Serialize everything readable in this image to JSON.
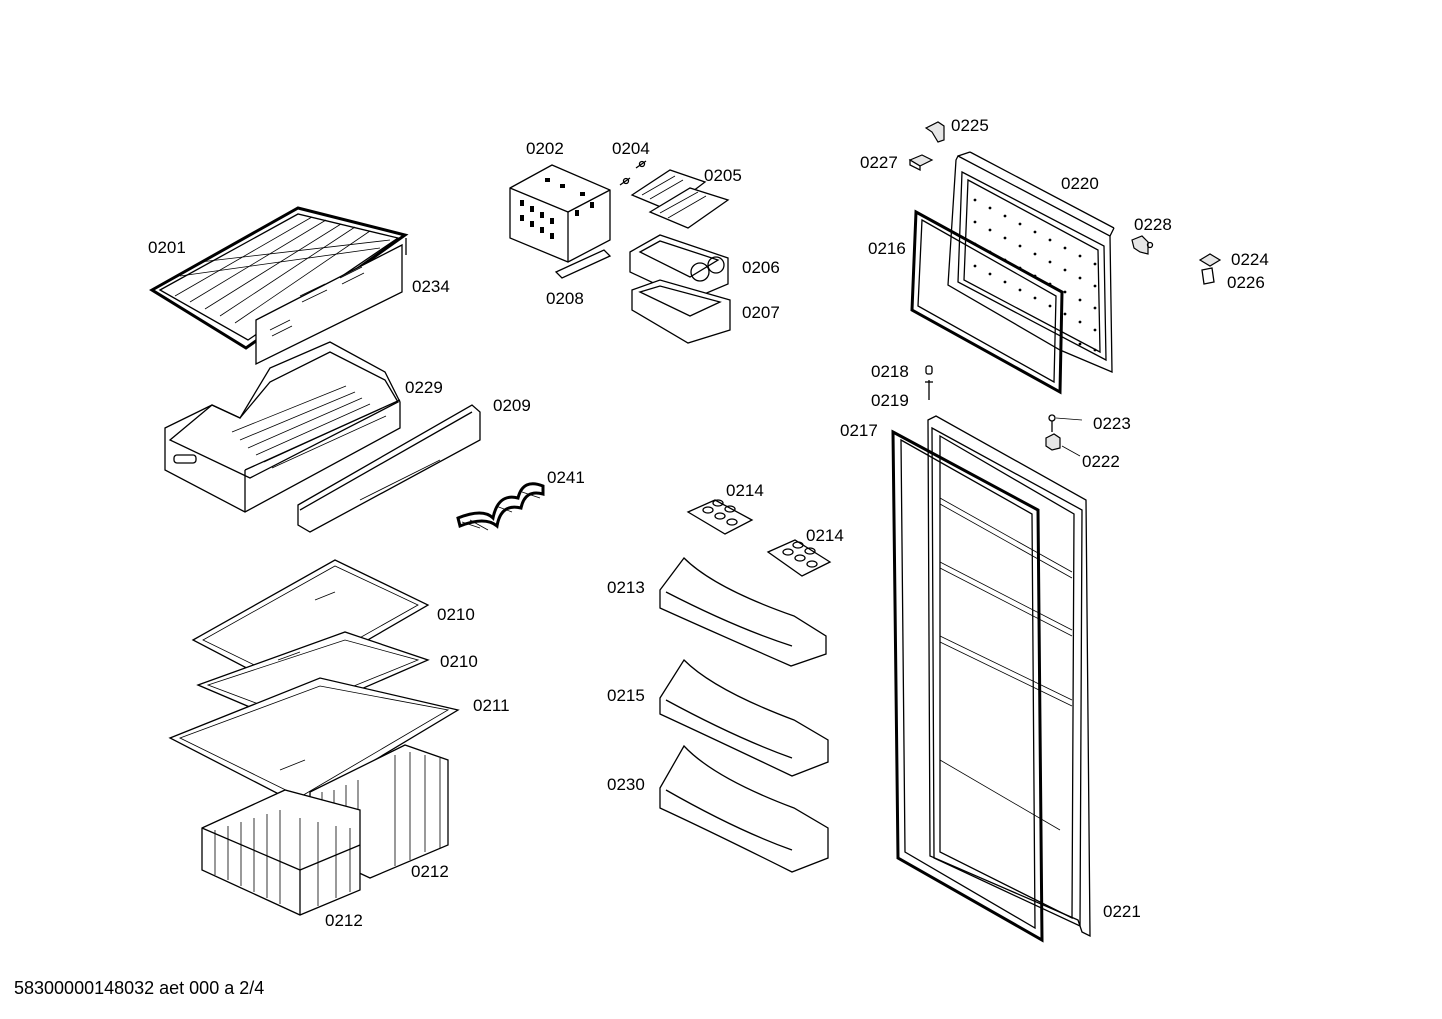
{
  "footer": {
    "doc_code": "58300000148032 aet 000 a 2/4"
  },
  "labels": {
    "p0201": "0201",
    "p0234": "0234",
    "p0202": "0202",
    "p0204": "0204",
    "p0205": "0205",
    "p0206": "0206",
    "p0207": "0207",
    "p0208": "0208",
    "p0229": "0229",
    "p0209": "0209",
    "p0241": "0241",
    "p0210a": "0210",
    "p0210b": "0210",
    "p0211": "0211",
    "p0212a": "0212",
    "p0212b": "0212",
    "p0213": "0213",
    "p0214a": "0214",
    "p0214b": "0214",
    "p0215": "0215",
    "p0230": "0230",
    "p0225": "0225",
    "p0227": "0227",
    "p0220": "0220",
    "p0216": "0216",
    "p0228": "0228",
    "p0224": "0224",
    "p0226": "0226",
    "p0218": "0218",
    "p0219": "0219",
    "p0217": "0217",
    "p0223": "0223",
    "p0222": "0222",
    "p0221": "0221"
  }
}
